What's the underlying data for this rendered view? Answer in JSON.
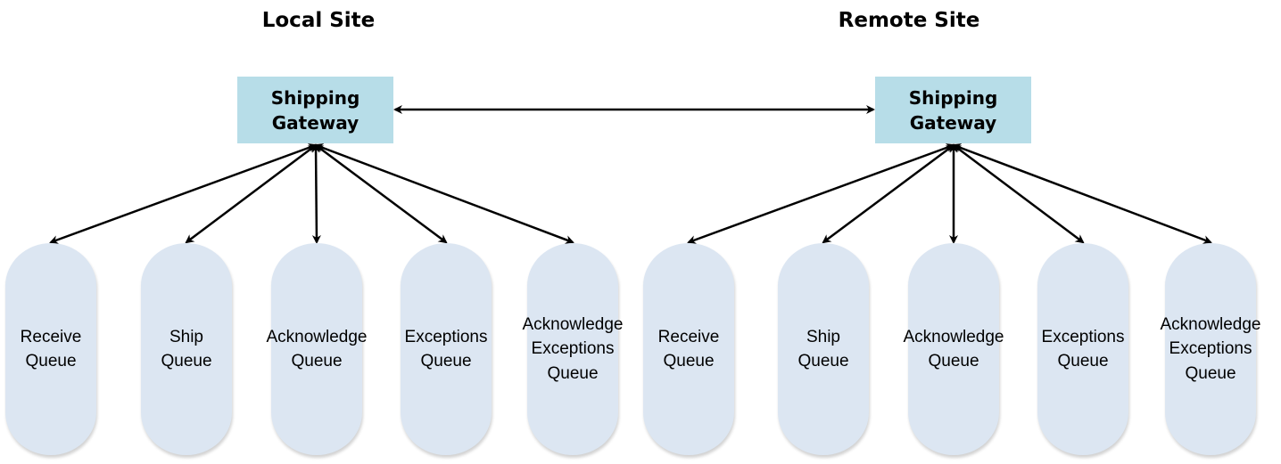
{
  "sites": [
    {
      "title": "Local Site",
      "gateway": "Shipping\nGateway",
      "queues": [
        {
          "label": "Receive\nQueue"
        },
        {
          "label": "Ship\nQueue"
        },
        {
          "label": "Acknowledge\nQueue"
        },
        {
          "label": "Exceptions\nQueue"
        },
        {
          "label": "Acknowledge\nExceptions\nQueue"
        }
      ]
    },
    {
      "title": "Remote Site",
      "gateway": "Shipping\nGateway",
      "queues": [
        {
          "label": "Receive\nQueue"
        },
        {
          "label": "Ship\nQueue"
        },
        {
          "label": "Acknowledge\nQueue"
        },
        {
          "label": "Exceptions\nQueue"
        },
        {
          "label": "Acknowledge\nExceptions\nQueue"
        }
      ]
    }
  ],
  "connections": {
    "gateway_link": "bidirectional",
    "gateway_to_queues": "bidirectional"
  },
  "colors": {
    "gateway_fill": "#b7dde8",
    "queue_fill": "#dce6f2",
    "arrow": "#000000"
  }
}
